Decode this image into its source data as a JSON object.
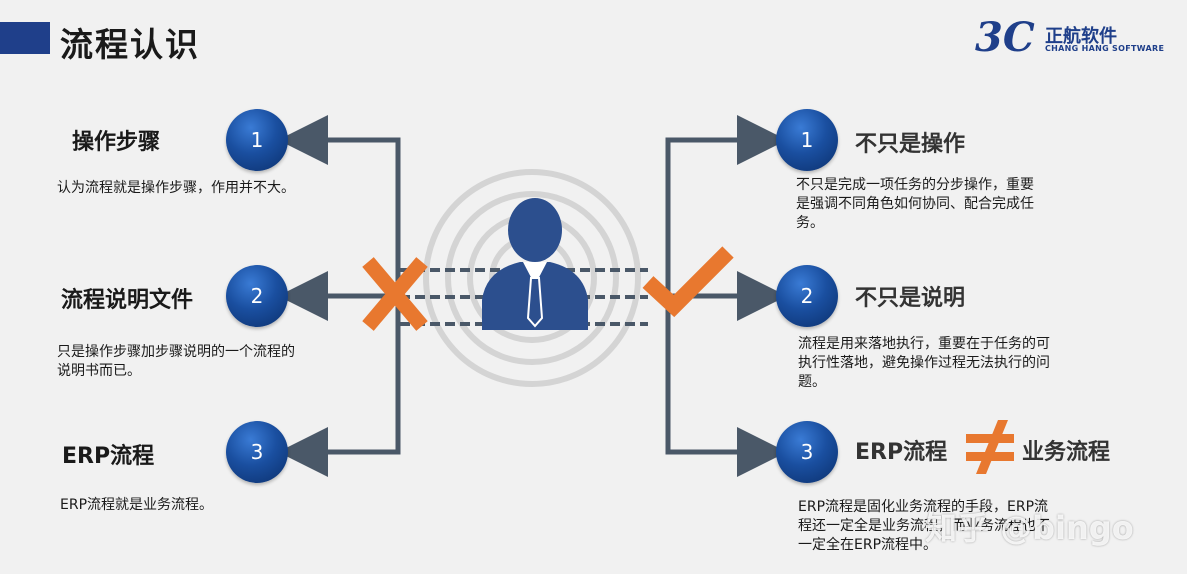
{
  "header": {
    "title": "流程认识"
  },
  "logo": {
    "mark": "3C",
    "name": "正航软件",
    "subtitle": "CHANG HANG SOFTWARE"
  },
  "left": {
    "items": [
      {
        "number": "1",
        "label": "操作步骤",
        "desc": "认为流程就是操作步骤，作用并不大。"
      },
      {
        "number": "2",
        "label": "流程说明文件",
        "desc_lines": [
          "只是操作步骤加步骤说明的一个流程的",
          "说明书而已。"
        ]
      },
      {
        "number": "3",
        "label": "ERP流程",
        "desc": "ERP流程就是业务流程。"
      }
    ]
  },
  "right": {
    "items": [
      {
        "number": "1",
        "label": "不只是操作",
        "desc_lines": [
          "不只是完成一项任务的分步操作，重要",
          "是强调不同角色如何协同、配合完成任",
          "务。"
        ]
      },
      {
        "number": "2",
        "label": "不只是说明",
        "desc_lines": [
          "流程是用来落地执行，重要在于任务的可",
          "执行性落地，避免操作过程无法执行的问",
          "题。"
        ]
      },
      {
        "number": "3",
        "label_a": "ERP流程",
        "symbol": "≠",
        "label_b": "业务流程",
        "desc_lines": [
          "ERP流程是固化业务流程的手段，ERP流",
          "程还一定全是业务流程，而业务流程也不",
          "一定全在ERP流程中。"
        ]
      }
    ]
  },
  "watermark": "知乎 @bingo",
  "colors": {
    "accent": "#1f3f8a",
    "cross": "#e8782f",
    "arrow": "#4a5868"
  }
}
